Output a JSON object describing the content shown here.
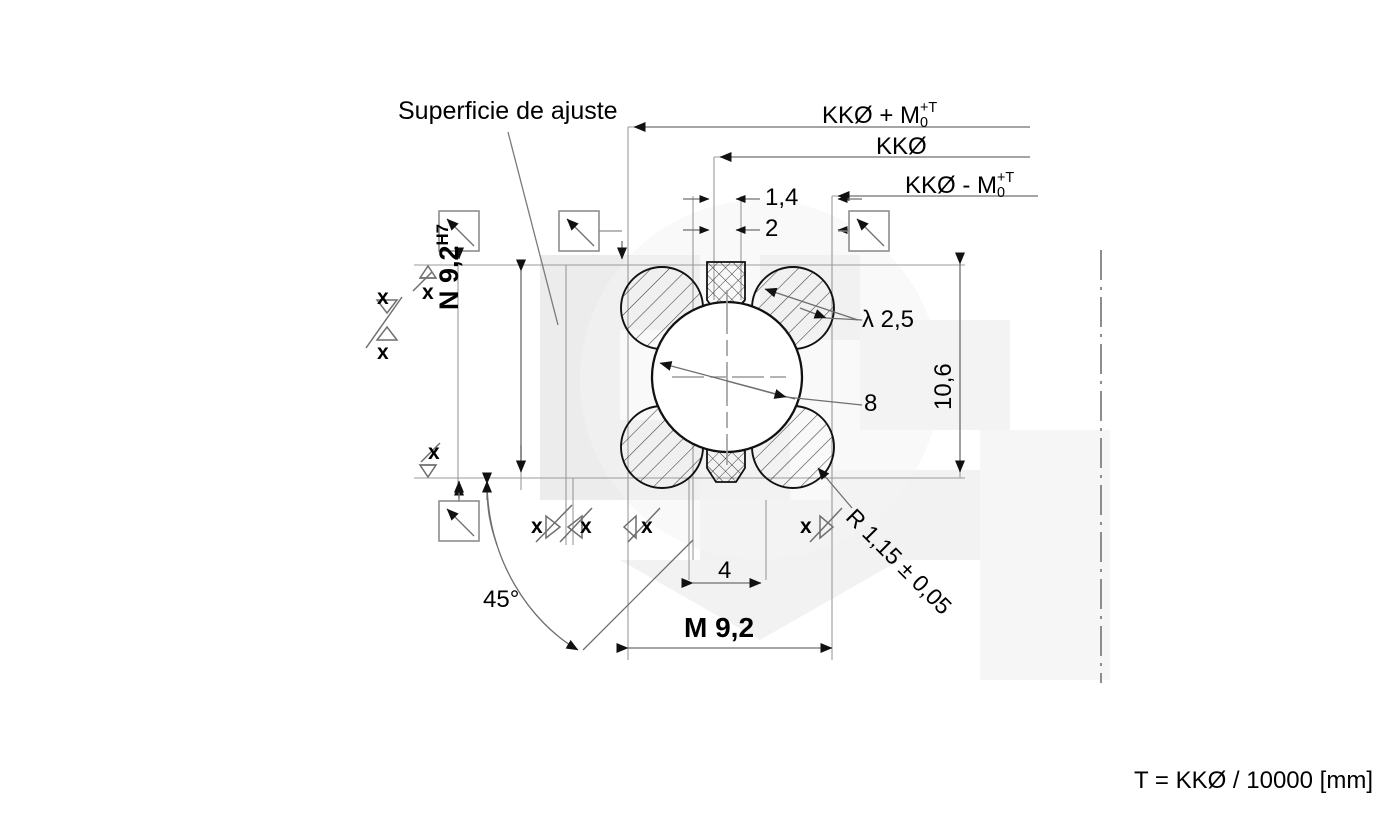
{
  "drawing": {
    "title_note": "Superficie de ajuste",
    "formula_note": "T = KKØ / 10000 [mm]",
    "dimensions": {
      "top_outer": "KKØ + M",
      "top_outer_sub": "0",
      "top_outer_sup": "+T",
      "top_middle": "KKØ",
      "top_inner": "KKØ - M",
      "top_inner_sub": "0",
      "top_inner_sup": "+T",
      "small_1": "1,4",
      "small_2": "2",
      "left_vertical": "N 9,2",
      "left_vertical_sup": "H7",
      "right_vertical": "10,6",
      "bore_diameter": "8",
      "roller_lambda": "λ 2,5",
      "radius_note": "R 1,15 ± 0,05",
      "bottom_small": "4",
      "bottom_main": "M 9,2",
      "angle": "45°"
    },
    "surface_marks": {
      "x_mark": "x"
    },
    "colors": {
      "line": "#1a1a1a",
      "thin_line": "#8a8a8a",
      "hatch": "#3a3a3a",
      "watermark": "#e9e9e9",
      "background": "#ffffff"
    },
    "icons": {
      "lay_symbol": "machining-lay-arrow",
      "surface_triangle": "surface-finish-triangle",
      "centerline": "center-line"
    }
  }
}
